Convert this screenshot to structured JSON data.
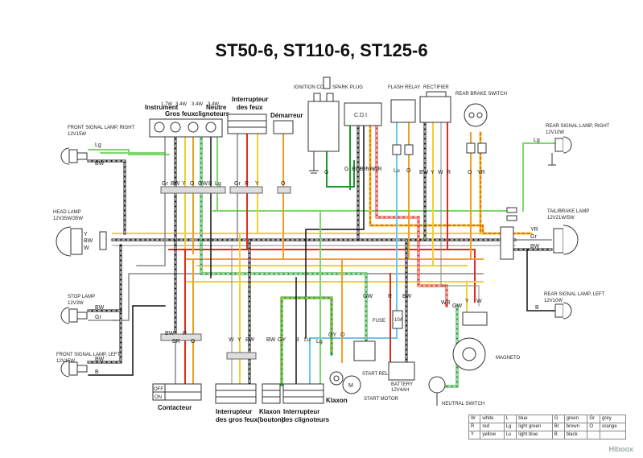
{
  "title": "ST50-6, ST110-6, ST125-6",
  "components": {
    "front_signal_right": [
      "FRONT SIGNAL LAMP, RIGHT",
      "12V15W"
    ],
    "head_lamp": [
      "HEAD LAMP",
      "12V35W/35W"
    ],
    "stop_lamp": [
      "STOP LAMP",
      "12V3W"
    ],
    "front_signal_left": [
      "FRONT SIGNAL LAMP, LEFT",
      "12V15W"
    ],
    "instrument": "Instrument",
    "gros_feux": "Gros feux",
    "neutre": "Neutre",
    "clignoteurs": "clignoteurs",
    "interrupteur_feux": [
      "Interrupteur",
      "des feux"
    ],
    "demarreur": "Démarreur",
    "ignition_coil": "IGNITION COIL",
    "spark_plug": "SPARK PLUG",
    "cdi": "C.D.I.",
    "flash_relay": "FLASH RELAY",
    "rectifier": "RECTIFIER",
    "rear_brake_switch": "REAR BRAKE SWITCH",
    "rear_signal_right": [
      "REAR SIGNAL LAMP, RIGHT",
      "12V10W"
    ],
    "tail_brake_lamp": [
      "TAIL/BRAKE LAMP",
      "12V21W/5W"
    ],
    "rear_signal_left": [
      "REAR SIGNAL LAMP, LEFT",
      "12V10W"
    ],
    "magneto": "MAGNETO",
    "neutral_switch": "NEUTRAL SWITCH",
    "fuse": "FUSE",
    "fuse_rating": "10A",
    "start_relay": "START RELAY",
    "battery": [
      "BATTERY",
      "12V4AH"
    ],
    "start_motor": "START MOTOR",
    "motor_symbol": "M",
    "contacteur": "Contacteur",
    "interrupteur_gros_feux": [
      "Interrupteur",
      "des gros feux"
    ],
    "klaxon_bouton": [
      "Klaxon",
      "(bouton)"
    ],
    "interrupteur_clignoteurs": [
      "Interrupteur",
      "des clignoteurs"
    ],
    "klaxon": "Klaxon",
    "bulb_ratings": [
      "1.7W",
      "3.4W",
      "3.4W",
      "3.4W"
    ],
    "contacteur_rows": [
      "OFF",
      "ON"
    ]
  },
  "wire_labels": {
    "fsr": [
      "Lg",
      "BW"
    ],
    "head": [
      "Y",
      "BW",
      "W"
    ],
    "stop": [
      "BW",
      "Gr"
    ],
    "fsl": [
      "BW",
      "B"
    ],
    "instrument_row": [
      "Gr",
      "BW",
      "Y",
      "O",
      "GW",
      "B",
      "Lg"
    ],
    "switch_row": [
      "Gr",
      "R",
      "Y"
    ],
    "demarreur_row": [
      "O"
    ],
    "coil_row": [
      "G"
    ],
    "cdi_row": [
      "G",
      "BW",
      "BR",
      "YR",
      "WR"
    ],
    "flash_row": [
      "Lu",
      "O"
    ],
    "rect_row": [
      "BW",
      "Y",
      "W",
      "R"
    ],
    "brake_row": [
      "O",
      "YR"
    ],
    "rsr": [
      "Lg"
    ],
    "tail": [
      "YR",
      "Gr",
      "BW"
    ],
    "rsl": [
      "B"
    ],
    "mid_row": [
      "GW",
      "R",
      "BW"
    ],
    "mag_row": [
      "WR",
      "GW",
      "Y",
      "W"
    ],
    "bottom_left": [
      "BW",
      "BR",
      "R",
      "O"
    ],
    "bottom_mid": [
      "W",
      "Y",
      "BW"
    ],
    "bottom_klax": [
      "BW",
      "GY",
      "B",
      "Lu",
      "Lg"
    ],
    "bottom_k": [
      "GY",
      "O"
    ]
  },
  "legend": [
    [
      "W",
      "white",
      "L",
      "blue",
      "G",
      "green",
      "Gr",
      "grey"
    ],
    [
      "R",
      "red",
      "Lg",
      "light green",
      "Br",
      "brown",
      "O",
      "orange"
    ],
    [
      "Y",
      "yellow",
      "Lu",
      "light blue",
      "B",
      "black",
      "",
      ""
    ]
  ],
  "watermark": "Hiboox",
  "colors": {
    "red": "#e22a1f",
    "yellow": "#f2d12a",
    "orange": "#f0a020",
    "green": "#1a9a2a",
    "lightgreen": "#7ad86a",
    "lightblue": "#6ac6ec",
    "black": "#111111",
    "grey": "#888888",
    "white": "#ffffff"
  }
}
